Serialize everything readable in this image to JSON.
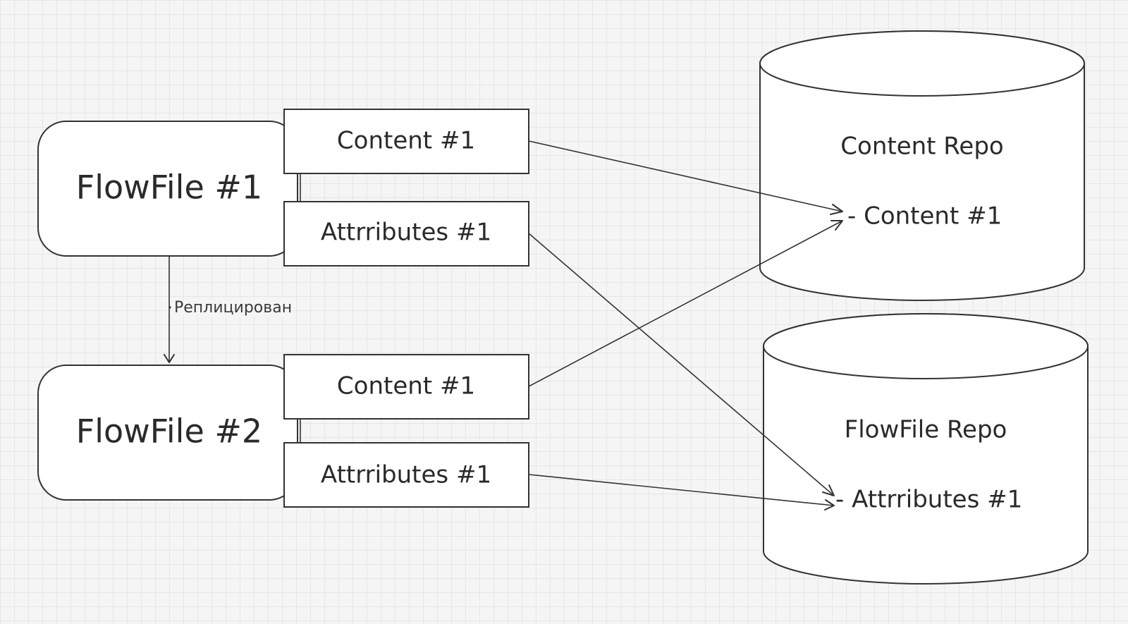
{
  "flowfiles": [
    {
      "title": "FlowFile #1",
      "content_label": "Content #1",
      "attributes_label": "Attrributes #1"
    },
    {
      "title": "FlowFile #2",
      "content_label": "Content #1",
      "attributes_label": "Attrributes #1"
    }
  ],
  "replication_label": "Реплицирован",
  "repos": {
    "content": {
      "title": "Content Repo",
      "item": "- Content #1"
    },
    "flowfile": {
      "title": "FlowFile Repo",
      "item": "- Attrributes #1"
    }
  }
}
